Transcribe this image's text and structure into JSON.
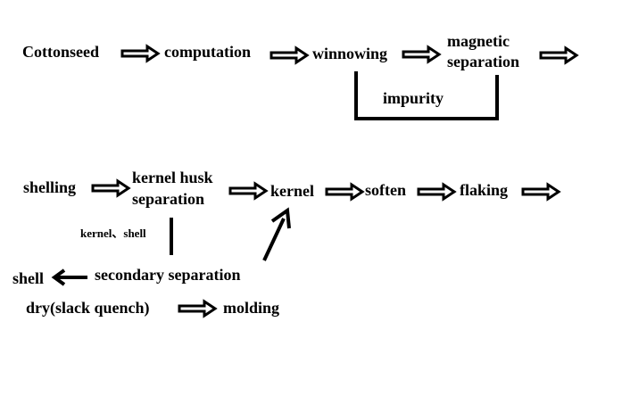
{
  "row1": {
    "cottonseed": "Cottonseed",
    "computation": "computation",
    "winnowing": "winnowing",
    "magnetic_line1": "magnetic",
    "magnetic_line2": "separation",
    "impurity": "impurity"
  },
  "row2": {
    "shelling": "shelling",
    "kernel_husk_line1": "kernel husk",
    "kernel_husk_line2": "separation",
    "kernel": "kernel",
    "soften": "soften",
    "flaking": "flaking"
  },
  "row3": {
    "kernel_shell_note": "kernel、shell",
    "secondary_separation": "secondary separation",
    "shell": "shell",
    "dry": "dry(slack quench)",
    "molding": "molding"
  },
  "colors": {
    "ink": "#000000",
    "background": "#ffffff"
  }
}
